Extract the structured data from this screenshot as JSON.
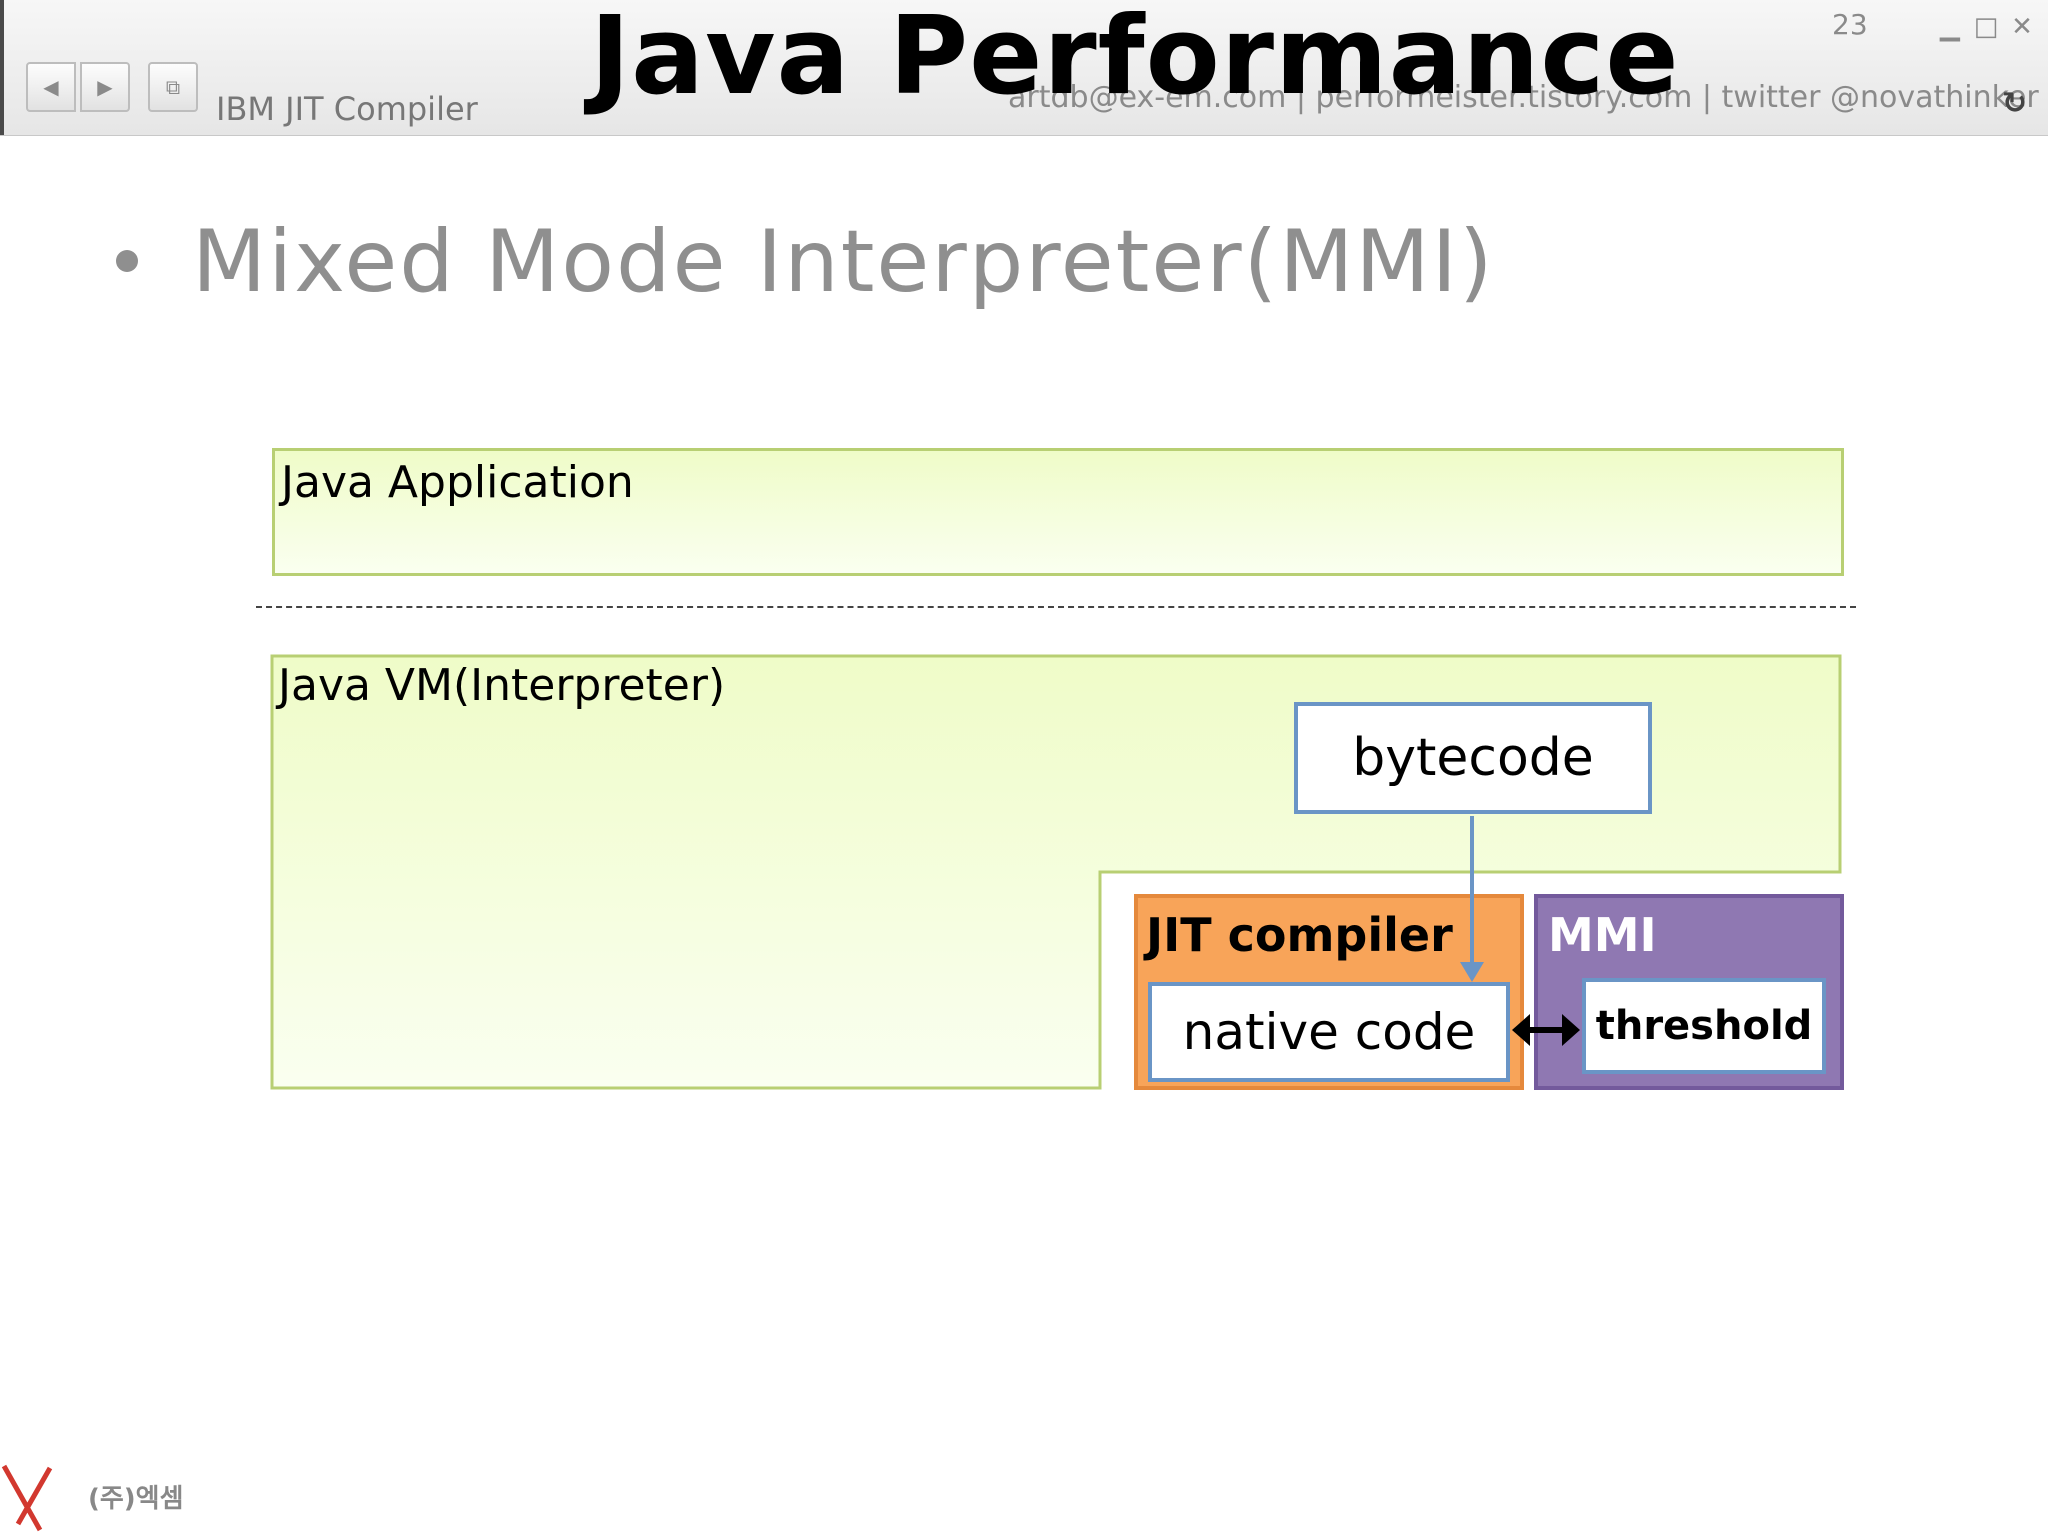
{
  "header": {
    "title": "Java Performance",
    "section": "IBM JIT Compiler",
    "contact": "artdb@ex-em.com | performeister.tistory.com | twitter @novathinker",
    "page_number": "23",
    "nav": {
      "prev_glyph": "◀",
      "next_glyph": "▶",
      "screens_glyph": "⧉"
    },
    "window": {
      "minimize_glyph": "▁",
      "maximize_glyph": "□",
      "close_glyph": "✕",
      "refresh_glyph": "↻"
    }
  },
  "slide": {
    "bullet": "Mixed Mode Interpreter(MMI)"
  },
  "diagram": {
    "java_application": "Java Application",
    "java_vm": "Java VM(Interpreter)",
    "bytecode": "bytecode",
    "jit_compiler": "JIT compiler",
    "native_code": "native code",
    "mmi": "MMI",
    "threshold": "threshold",
    "colors": {
      "green_fill": "#effcc8",
      "green_border": "#b8cf73",
      "jit_fill": "#f8a459",
      "mmi_fill": "#8f78b2",
      "box_border": "#6a95c6"
    }
  },
  "footer": {
    "logo_text": "(주)엑셈"
  }
}
